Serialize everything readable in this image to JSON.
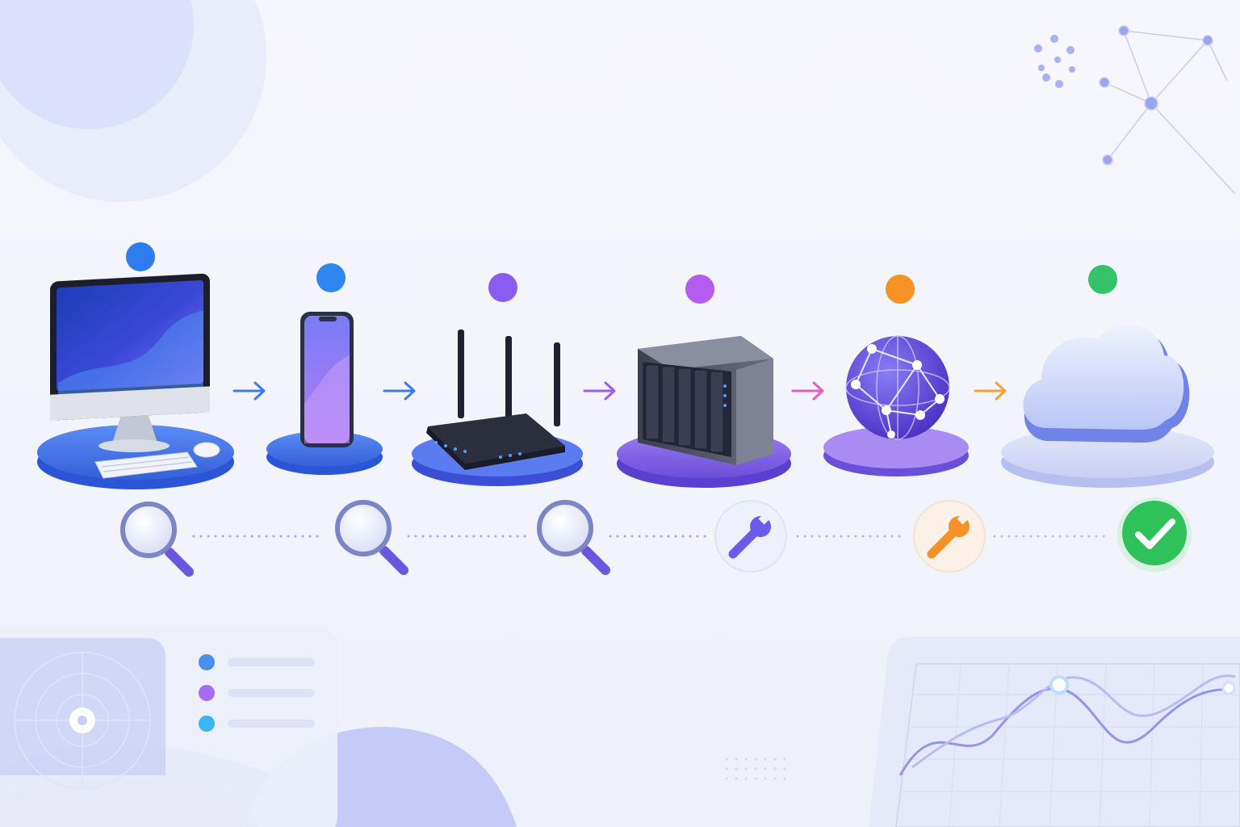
{
  "diagram": {
    "nodes": [
      {
        "id": "desktop",
        "icon": "desktop-computer-icon",
        "dot_color": "#2f7cf0",
        "status_icon": "magnifier-icon"
      },
      {
        "id": "phone",
        "icon": "smartphone-icon",
        "dot_color": "#2f86f0",
        "status_icon": "magnifier-icon"
      },
      {
        "id": "router",
        "icon": "wifi-router-icon",
        "dot_color": "#8a5cf0",
        "status_icon": "magnifier-icon"
      },
      {
        "id": "nas",
        "icon": "nas-server-icon",
        "dot_color": "#b45cf0",
        "status_icon": "wrench-icon"
      },
      {
        "id": "globe",
        "icon": "internet-globe-icon",
        "dot_color": "#f59324",
        "status_icon": "wrench-icon"
      },
      {
        "id": "cloud",
        "icon": "cloud-icon",
        "dot_color": "#34c36a",
        "status_icon": "checkmark-icon"
      }
    ],
    "arrow_colors": [
      "#3a7cf0",
      "#3a7cf0",
      "#9b5cf0",
      "#e45bc4",
      "#f5a03a"
    ],
    "status_colors": {
      "magnifier": "#6f63e6",
      "wrench_purple": "#6a5ce8",
      "wrench_orange": "#f5902a",
      "check": "#2fc25b"
    },
    "legend_dot_colors": [
      "#4a90f0",
      "#a66cf0",
      "#3cb6f2"
    ]
  }
}
